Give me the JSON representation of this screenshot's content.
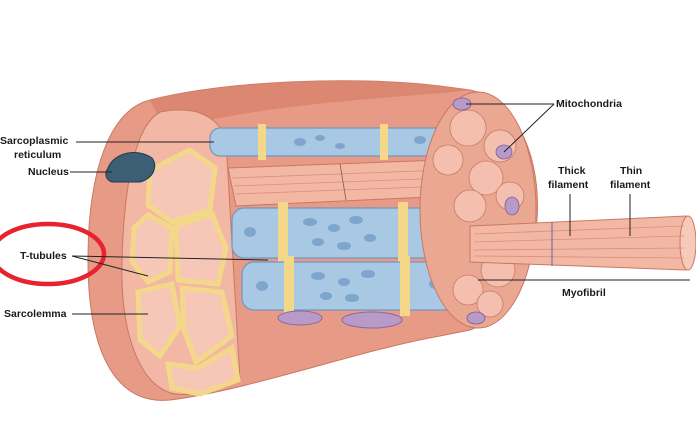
{
  "diagram": {
    "labels": {
      "sarcoplasmic_line1": "Sarcoplasmic",
      "sarcoplasmic_line2": "reticulum",
      "nucleus": "Nucleus",
      "t_tubules": "T-tubules",
      "sarcolemma": "Sarcolemma",
      "mitochondria": "Mitochondria",
      "thick_line1": "Thick",
      "thick_line2": "filament",
      "thin_line1": "Thin",
      "thin_line2": "filament",
      "myofibril": "Myofibril"
    },
    "colors": {
      "muscle_outer": "#e79a86",
      "muscle_dark": "#d9826d",
      "muscle_cut": "#f0b9a8",
      "myofibril": "#f2b8a4",
      "sr_blue": "#a9c8e4",
      "sr_blue_dark": "#6f97bf",
      "t_tubule_yellow": "#f3d88a",
      "nucleus": "#3d5f76",
      "mito_purple": "#b89ac8",
      "highlight_circle": "#e8232f"
    }
  }
}
